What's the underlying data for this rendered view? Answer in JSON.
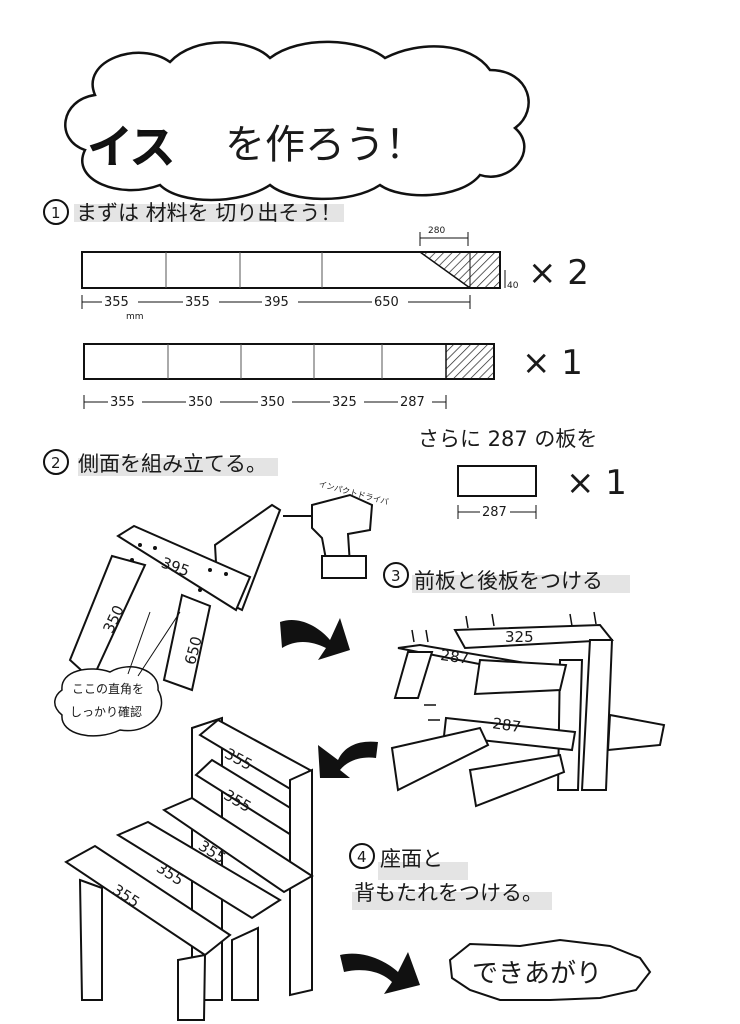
{
  "title": {
    "bold": "イス",
    "rest": "を作ろう！"
  },
  "steps": {
    "s1": {
      "num": "1",
      "text": "まずは 材料を 切り出そう！"
    },
    "s2": {
      "num": "2",
      "text": "側面を組み立てる。"
    },
    "s3": {
      "num": "3",
      "text": "前板と後板をつける"
    },
    "s4": {
      "num": "4",
      "text1": "座面と",
      "text2": "背もたれをつける。"
    }
  },
  "board1": {
    "segments": [
      "355",
      "355",
      "395",
      "650"
    ],
    "unit": "mm",
    "cut_length": "280",
    "cut_height": "40",
    "count": "× 2"
  },
  "board2": {
    "segments": [
      "355",
      "350",
      "350",
      "325",
      "287"
    ],
    "count": "× 1"
  },
  "extra": {
    "text": "さらに 287 の板を",
    "dim": "287",
    "count": "× 1"
  },
  "tool_label": "インパクトドライバ",
  "step2_labels": {
    "top": "395",
    "left": "350",
    "right": "650",
    "note_line1": "ここの直角を",
    "note_line2": "しっかり確認"
  },
  "step3_labels": {
    "top": "325",
    "mid": "287",
    "low": "287"
  },
  "step4_labels": {
    "back_top": "355",
    "back_bottom": "355",
    "seat1": "355",
    "seat2": "355",
    "seat3": "355"
  },
  "finish": "できあがり"
}
